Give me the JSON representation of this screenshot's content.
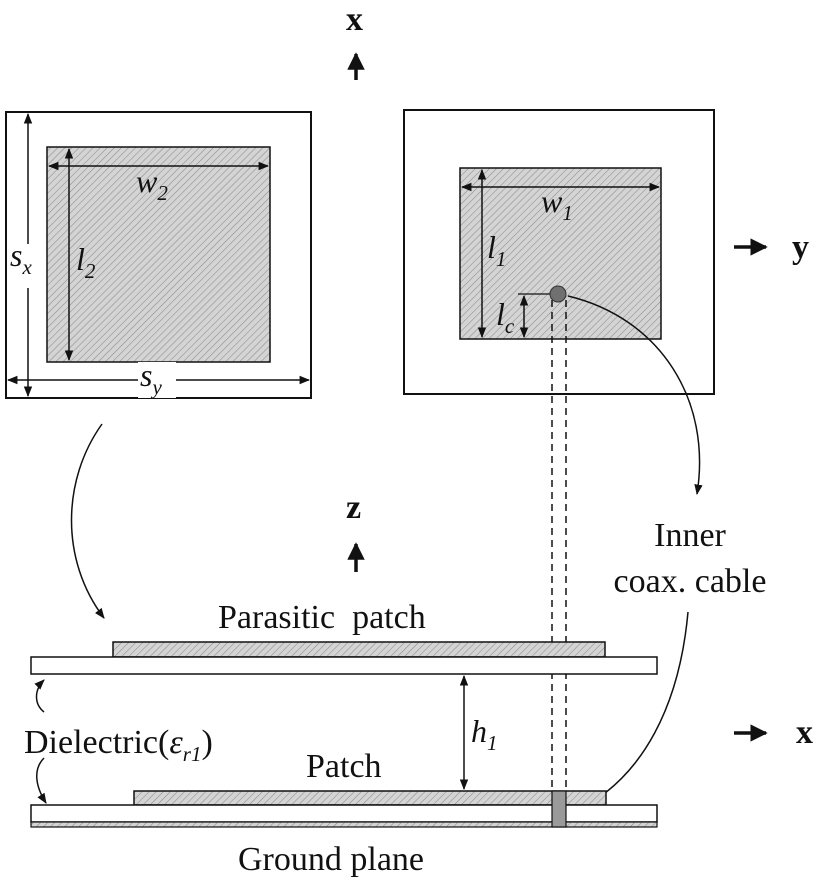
{
  "axes": {
    "top_x": "x",
    "right_y": "y",
    "mid_z": "z",
    "bottom_x": "x"
  },
  "parasitic_view": {
    "sx": {
      "base": "s",
      "sub": "x"
    },
    "sy": {
      "base": "s",
      "sub": "y"
    },
    "w2": {
      "base": "w",
      "sub": "2"
    },
    "l2": {
      "base": "l",
      "sub": "2"
    }
  },
  "patch_view": {
    "w1": {
      "base": "w",
      "sub": "1"
    },
    "l1": {
      "base": "l",
      "sub": "1"
    },
    "lc": {
      "base": "l",
      "sub": "c"
    }
  },
  "side_view": {
    "parasitic_patch": "Parasitic  patch",
    "patch": "Patch",
    "ground_plane": "Ground plane",
    "dielectric_prefix": "Dielectric(",
    "dielectric_symbol": "ε",
    "dielectric_sub": "r1",
    "dielectric_suffix": ")",
    "h1": {
      "base": "h",
      "sub": "1"
    },
    "inner_line1": "Inner",
    "inner_line2": "coax. cable"
  },
  "colors": {
    "hatch_fill": "#d4d4d4",
    "hatch_line": "#8c8c8c",
    "outline": "#111111",
    "probe": "#707070"
  }
}
